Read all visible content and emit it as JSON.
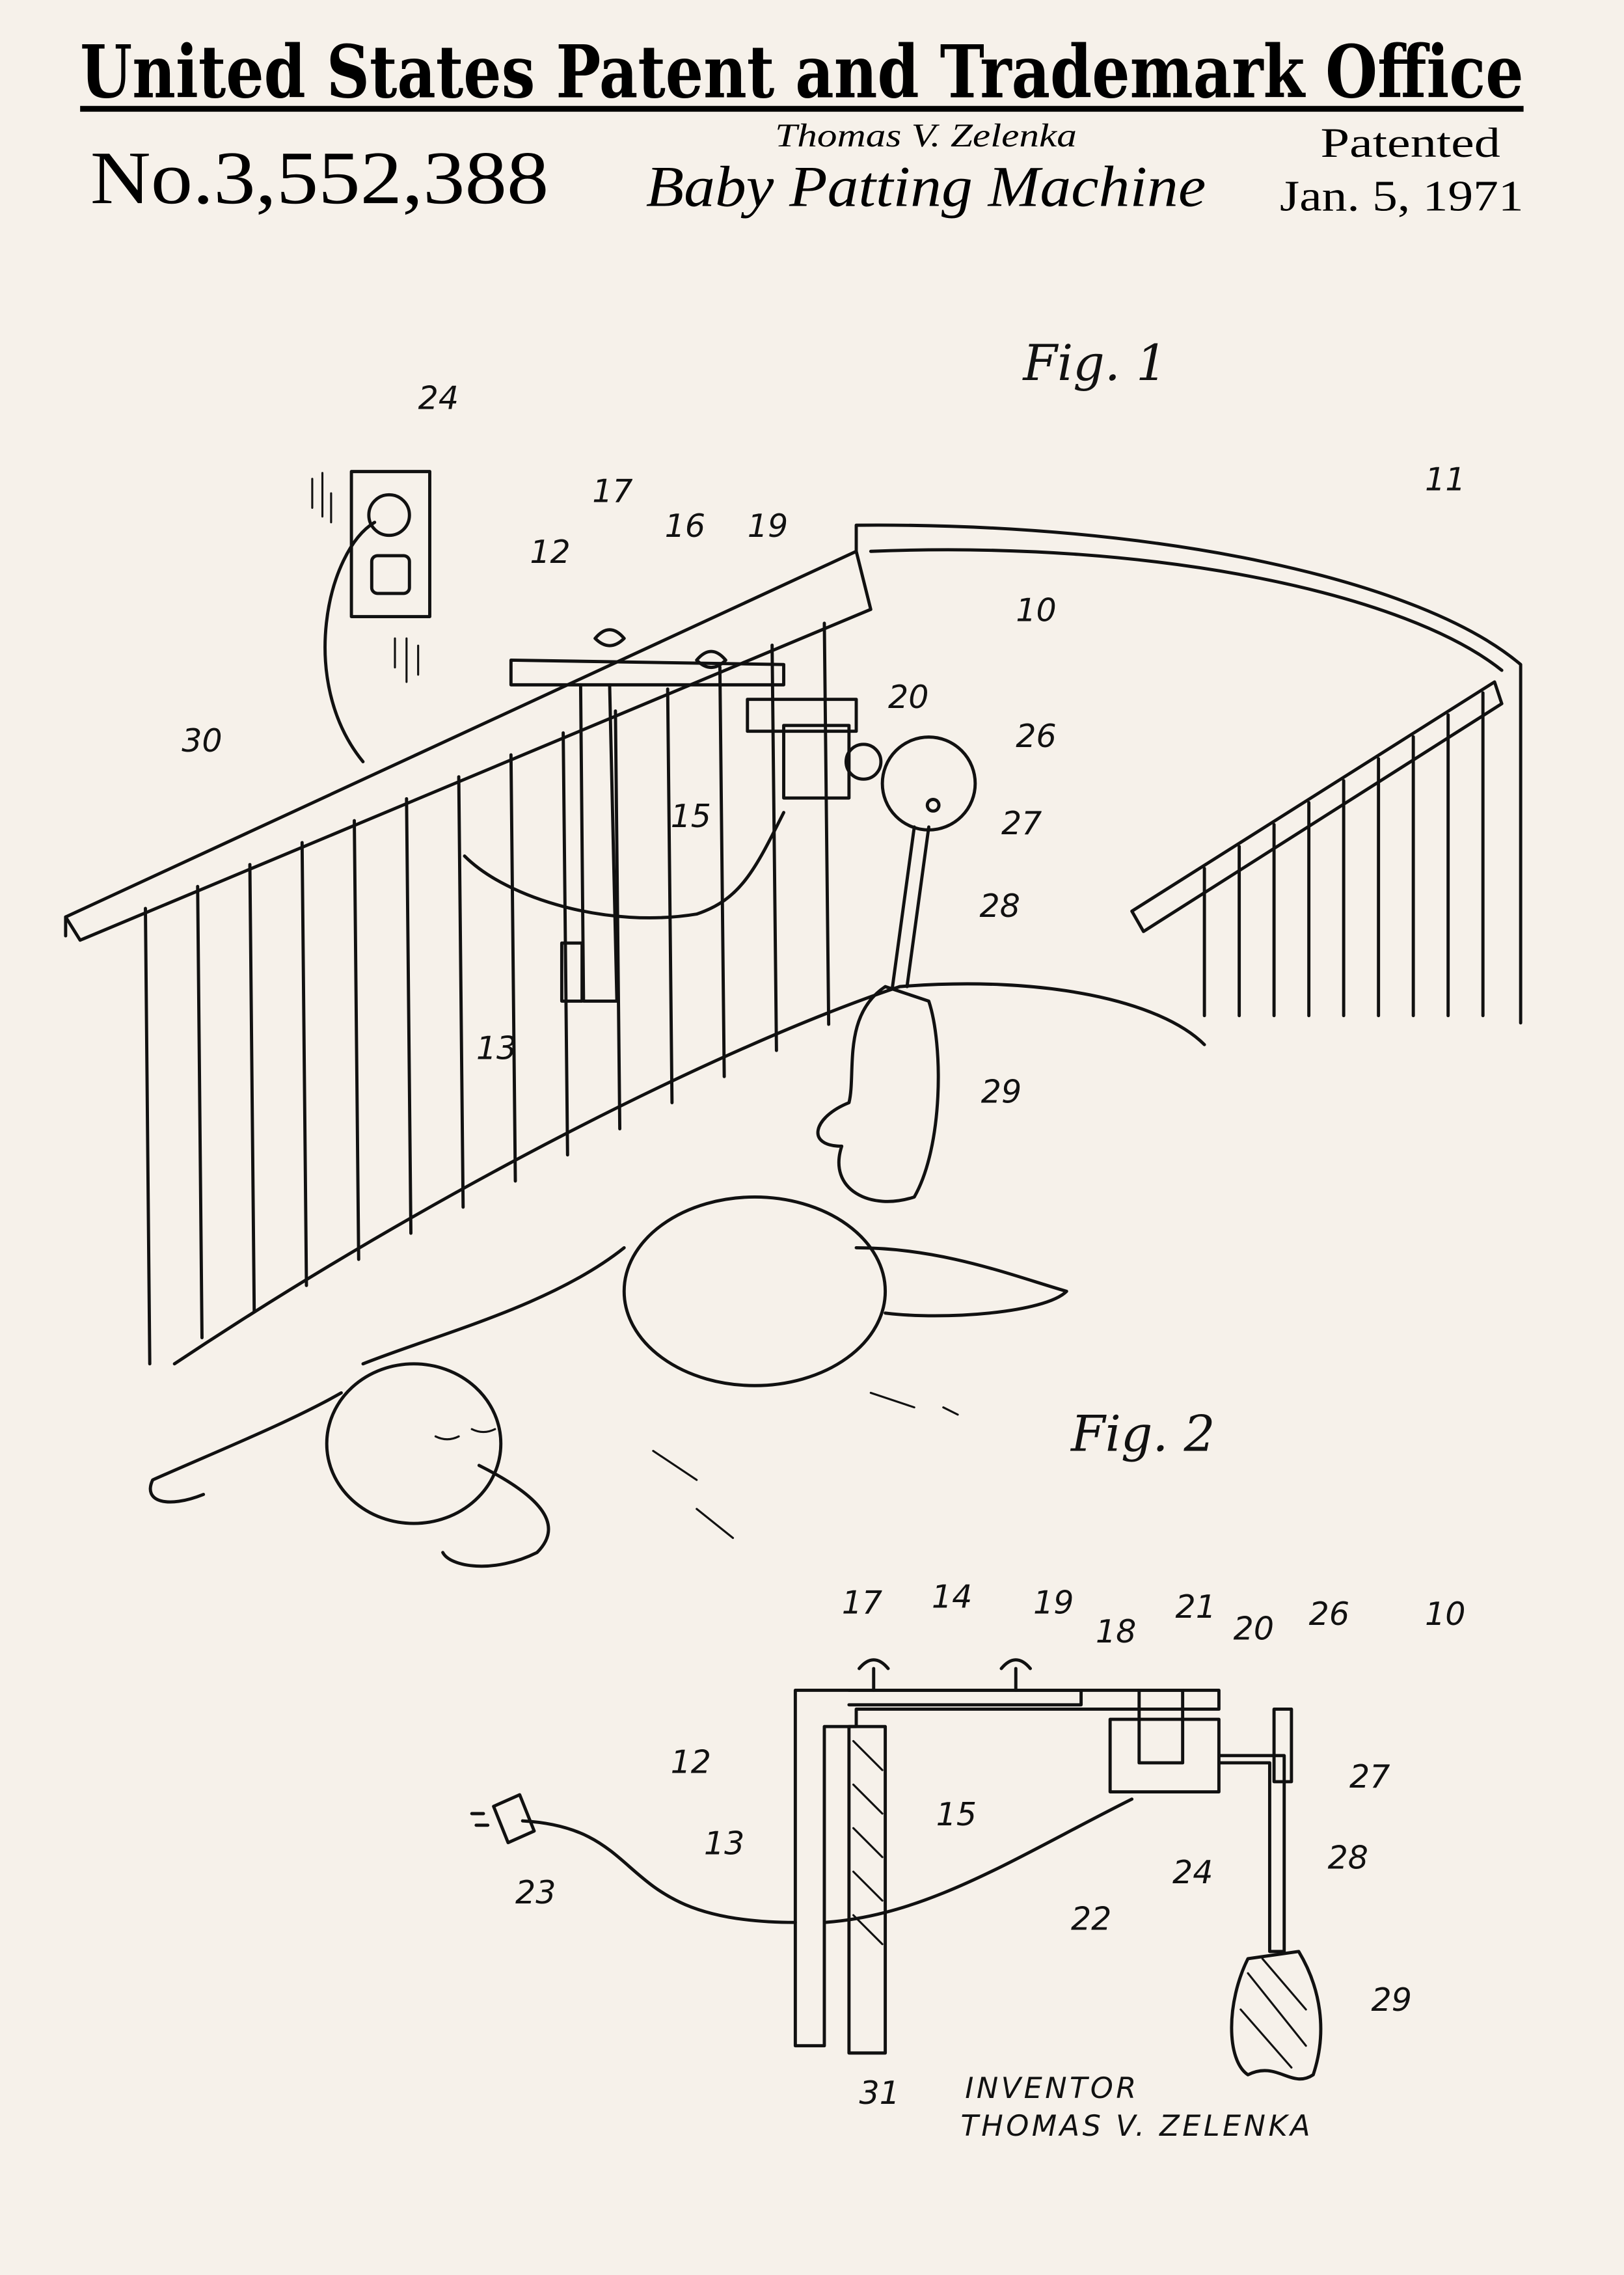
{
  "header": {
    "office_title": "United States Patent and Trademark Office",
    "patent_number": "No.3,552,388",
    "inventor": "Thomas V. Zelenka",
    "invention_title": "Baby Patting Machine",
    "patented_label": "Patented",
    "patent_date": "Jan. 5, 1971"
  },
  "figure1": {
    "title": "Fig. 1",
    "refs": [
      "24",
      "17",
      "16",
      "19",
      "12",
      "10",
      "11",
      "20",
      "26",
      "27",
      "30",
      "15",
      "28",
      "13",
      "29"
    ]
  },
  "figure2": {
    "title": "Fig. 2",
    "refs": [
      "17",
      "14",
      "19",
      "18",
      "21",
      "20",
      "26",
      "10",
      "12",
      "15",
      "27",
      "13",
      "28",
      "24",
      "22",
      "23",
      "29",
      "31"
    ]
  },
  "signature": {
    "label": "INVENTOR",
    "name": "THOMAS V. ZELENKA"
  },
  "colors": {
    "paper": "#f6f1ea",
    "ink": "#111111"
  }
}
